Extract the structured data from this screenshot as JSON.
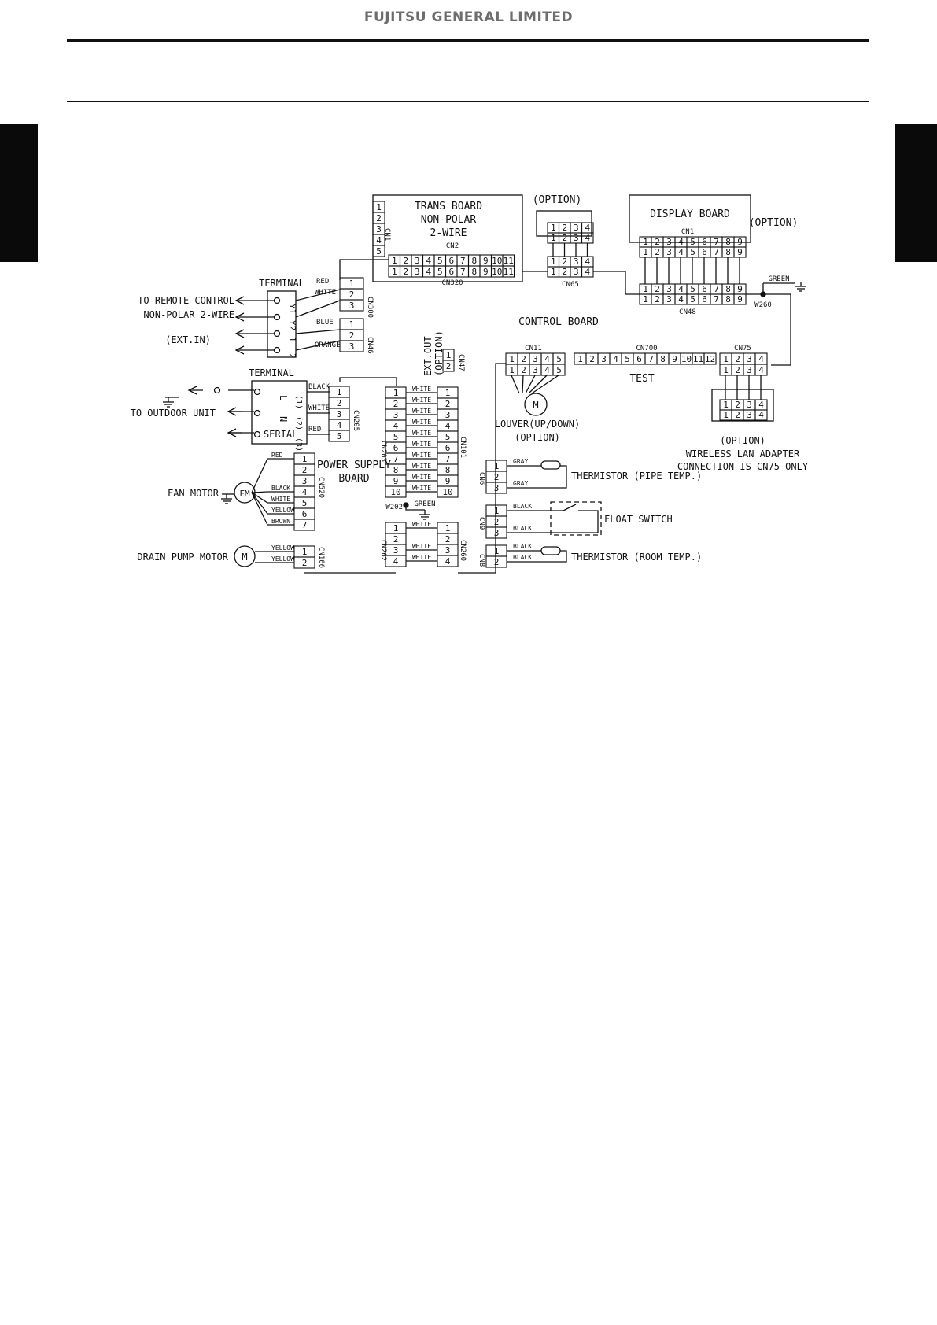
{
  "header": {
    "brand": "FUJITSU GENERAL LIMITED"
  },
  "diagram": {
    "labels": {
      "trans_board": [
        "TRANS BOARD",
        "NON-POLAR",
        "2-WIRE"
      ],
      "display_board": "DISPLAY BOARD",
      "option": "(OPTION)",
      "control_board": "CONTROL BOARD",
      "power_supply_board": [
        "POWER SUPPLY",
        "BOARD"
      ],
      "terminal": "TERMINAL",
      "to_remote_control": "TO REMOTE CONTROL",
      "non_polar_2_wire": "NON-POLAR 2-WIRE",
      "ext_in": "(EXT.IN)",
      "to_outdoor_unit": "TO OUTDOOR UNIT",
      "fan_motor": "FAN MOTOR",
      "drain_pump_motor": "DRAIN PUMP MOTOR",
      "louver": [
        "LOUVER(UP/DOWN)",
        "(OPTION)"
      ],
      "test": "TEST",
      "ext_out": [
        "EXT.OUT",
        "(OPTION)"
      ],
      "thermistor_pipe": "THERMISTOR (PIPE TEMP.)",
      "float_switch": "FLOAT SWITCH",
      "thermistor_room": "THERMISTOR (ROOM TEMP.)",
      "wireless_lan": [
        "(OPTION)",
        "WIRELESS LAN ADAPTER",
        "CONNECTION IS CN75 ONLY"
      ],
      "serial": "SERIAL",
      "motor_fm": "FM",
      "motor_m": "M"
    },
    "connectors": {
      "cn1_trans": "CN1",
      "cn2": "CN2",
      "cn320": "CN320",
      "cn65": "CN65",
      "cn1_display": "CN1",
      "cn48": "CN48",
      "w260": "W260",
      "cn300": "CN300",
      "cn46": "CN46",
      "cn47": "CN47",
      "cn11": "CN11",
      "cn700": "CN700",
      "cn75": "CN75",
      "cn205": "CN205",
      "cn203": "CN203",
      "cn101": "CN101",
      "cn520": "CN520",
      "w202": "W202",
      "cn6": "CN6",
      "cn9": "CN9",
      "cn262": "CN262",
      "cn260": "CN260",
      "cn106": "CN106",
      "cn8": "CN8"
    },
    "wire_colors": {
      "red": "RED",
      "white": "WHITE",
      "blue": "BLUE",
      "orange": "ORANGE",
      "black": "BLACK",
      "green": "GREEN",
      "yellow": "YELLOW",
      "brown": "BROWN",
      "gray": "GRAY"
    },
    "terminal_remote": [
      "Y1",
      "Y2",
      "1",
      "2"
    ],
    "terminal_outdoor": [
      "L",
      "N",
      "(1)",
      "(2)",
      "(3)"
    ]
  }
}
